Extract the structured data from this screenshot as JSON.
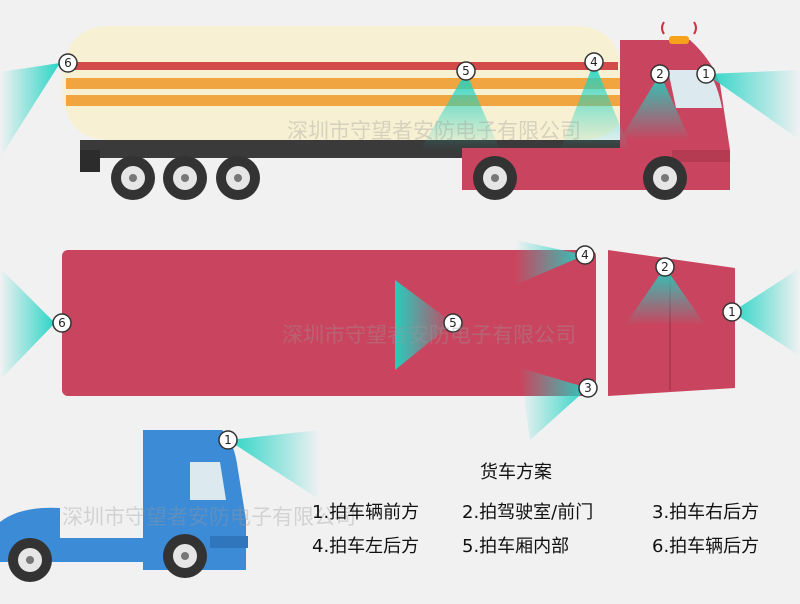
{
  "diagram": {
    "watermark": "深圳市守望者安防电子有限公司",
    "legend_title": "货车方案",
    "legend": [
      {
        "num": "1",
        "label": "1.拍车辆前方"
      },
      {
        "num": "2",
        "label": "2.拍驾驶室/前门"
      },
      {
        "num": "3",
        "label": "3.拍车右后方"
      },
      {
        "num": "4",
        "label": "4.拍车左后方"
      },
      {
        "num": "5",
        "label": "5.拍车厢内部"
      },
      {
        "num": "6",
        "label": "6.拍车辆后方"
      }
    ],
    "colors": {
      "trailer_red": "#c9455f",
      "tank_cream": "#f7f0d2",
      "tank_stripe_orange": "#f0a540",
      "tank_stripe_red": "#d24a4a",
      "tractor_blue": "#3c8bd6",
      "camera_beam": "#26d6c6",
      "beacon": "#f7a21b",
      "chassis": "#3a3a3a"
    },
    "camera_labels": {
      "side_view": [
        "6",
        "5",
        "4",
        "2",
        "1"
      ],
      "top_view": [
        "4",
        "2",
        "6",
        "5",
        "1",
        "3"
      ],
      "blue_tractor": [
        "1"
      ]
    }
  }
}
